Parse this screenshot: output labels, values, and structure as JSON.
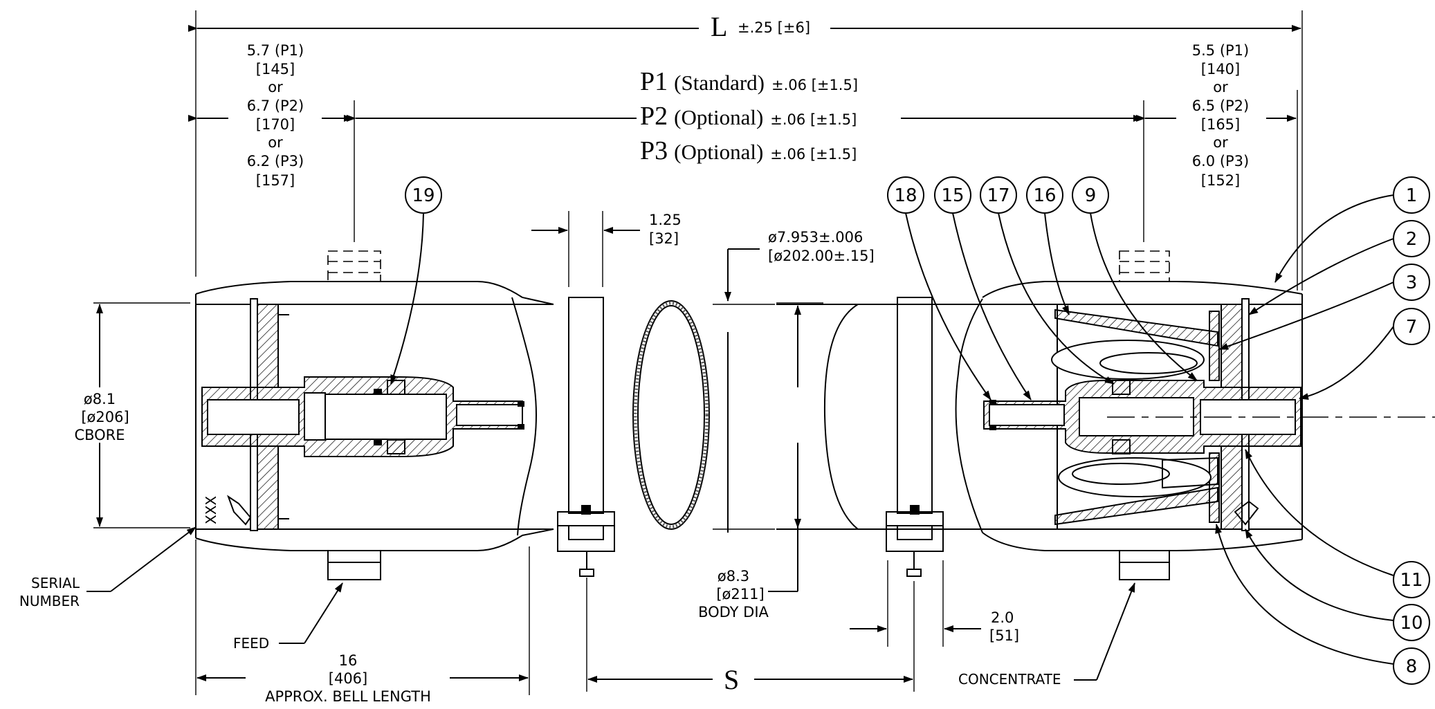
{
  "overall_length": {
    "symbol": "L",
    "tolerance": "±.25 [±6]"
  },
  "left_port_distance": [
    "5.7 (P1)",
    "[145]",
    "or",
    "6.7 (P2)",
    "[170]",
    "or",
    "6.2 (P3)",
    "[157]"
  ],
  "right_port_distance": [
    "5.5 (P1)",
    "[140]",
    "or",
    "6.5 (P2)",
    "[165]",
    "or",
    "6.0 (P3)",
    "[152]"
  ],
  "port_options": [
    {
      "code": "P1",
      "label": "(Standard)",
      "tolerance": "±.06 [±1.5]"
    },
    {
      "code": "P2",
      "label": "(Optional)",
      "tolerance": "±.06 [±1.5]"
    },
    {
      "code": "P3",
      "label": "(Optional)",
      "tolerance": "±.06 [±1.5]"
    }
  ],
  "clamp_width": [
    "1.25",
    "[32]"
  ],
  "bore_diameter": [
    "ø7.953±.006",
    "[ø202.00±.15]"
  ],
  "cbore": [
    "ø8.1",
    "[ø206]",
    "CBORE"
  ],
  "body_dia": [
    "ø8.3",
    "[ø211]",
    "BODY DIA"
  ],
  "clamp_offset": [
    "2.0",
    "[51]"
  ],
  "bell_length": [
    "16",
    "[406]",
    "APPROX. BELL LENGTH"
  ],
  "serial_marking": "XXX",
  "labels": {
    "serial": [
      "SERIAL",
      "NUMBER"
    ],
    "feed": "FEED",
    "concentrate": "CONCENTRATE",
    "spacing": "S"
  },
  "balloons": [
    "19",
    "18",
    "15",
    "17",
    "16",
    "9",
    "1",
    "2",
    "3",
    "7",
    "11",
    "10",
    "8"
  ]
}
